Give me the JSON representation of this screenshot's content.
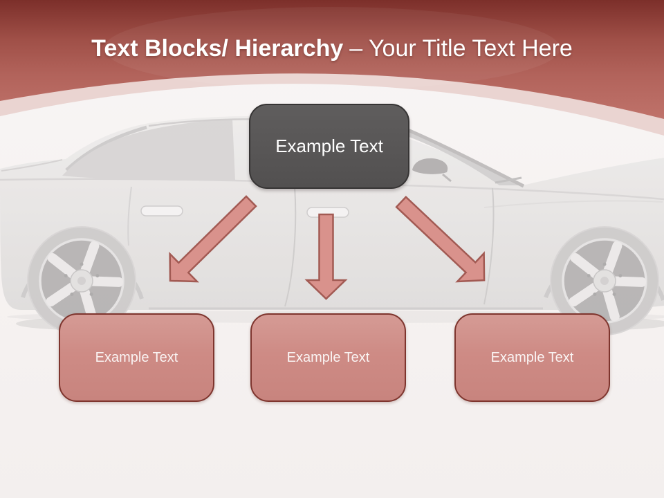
{
  "slide": {
    "header": {
      "title_bold": "Text Blocks/ Hierarchy",
      "title_regular": "– Your Title Text Here"
    },
    "diagram": {
      "root": {
        "label": "Example Text"
      },
      "children": [
        {
          "label": "Example Text"
        },
        {
          "label": "Example Text"
        },
        {
          "label": "Example Text"
        }
      ]
    },
    "background_art": "faded-gray-sedan-side-view",
    "colors": {
      "header_gradient_top": "#7c2f2a",
      "header_gradient_bottom": "#c0736b",
      "header_under_arc": "#ead4d1",
      "root_box_fill": "#585656",
      "root_box_border": "#363434",
      "child_box_fill": "#ce8b85",
      "child_box_border": "#7e352e",
      "arrow_fill": "#d9928c",
      "arrow_stroke": "#a25a53",
      "title_text": "#ffffff"
    }
  }
}
